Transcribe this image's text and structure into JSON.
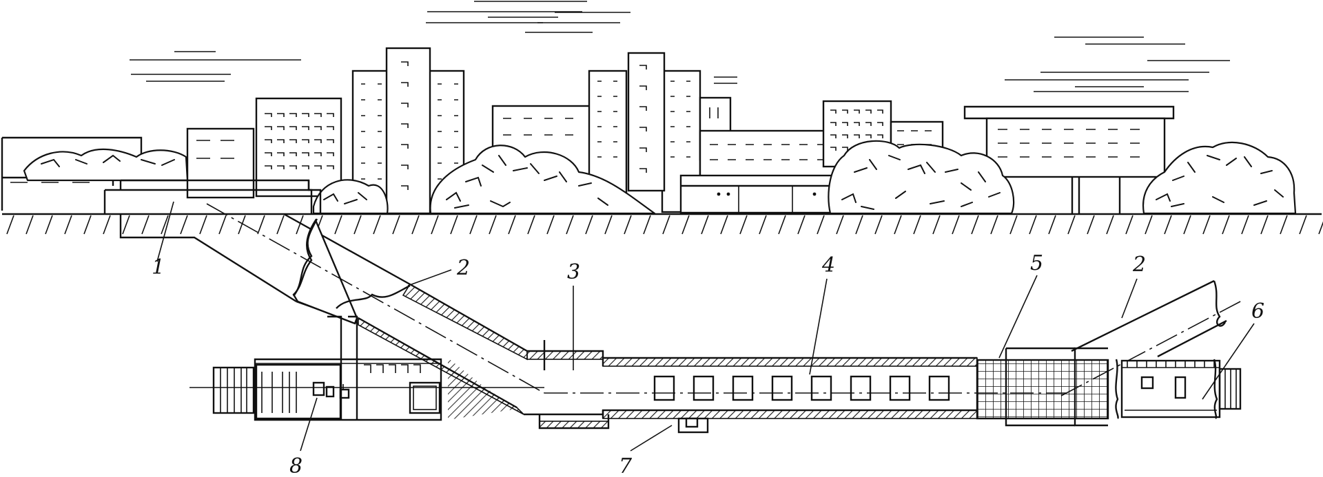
{
  "callouts": [
    {
      "id": "c1",
      "label": "1"
    },
    {
      "id": "c2a",
      "label": "2"
    },
    {
      "id": "c3",
      "label": "3"
    },
    {
      "id": "c4",
      "label": "4"
    },
    {
      "id": "c5",
      "label": "5"
    },
    {
      "id": "c2b",
      "label": "2"
    },
    {
      "id": "c6",
      "label": "6"
    },
    {
      "id": "c7",
      "label": "7"
    },
    {
      "id": "c8",
      "label": "8"
    }
  ]
}
